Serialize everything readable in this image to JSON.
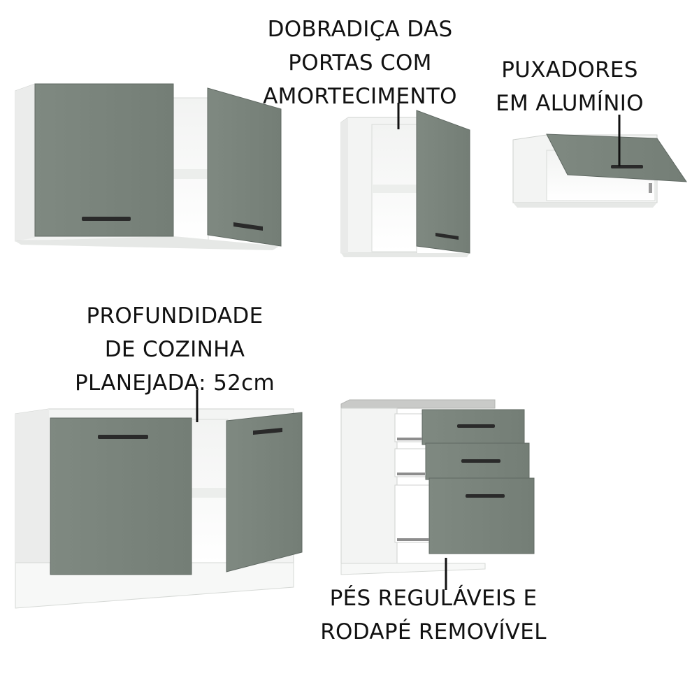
{
  "labels": {
    "hinge": [
      "DOBRADIÇA DAS",
      "PORTAS COM",
      "AMORTECIMENTO"
    ],
    "handles": [
      "PUXADORES",
      "EM ALUMÍNIO"
    ],
    "depth": [
      "PROFUNDIDADE",
      "DE COZINHA",
      "PLANEJADA: 52cm"
    ],
    "feet": [
      "PÉS REGULÁVEIS E",
      "RODAPÉ REMOVÍVEL"
    ]
  },
  "colors": {
    "door_green": "#7c867e",
    "door_shadow": "#6b746d",
    "carcass_white": "#f4f5f4",
    "inner_white": "#ffffff",
    "handle_black": "#2a2a2a",
    "countertop_gray": "#c9cac8"
  }
}
